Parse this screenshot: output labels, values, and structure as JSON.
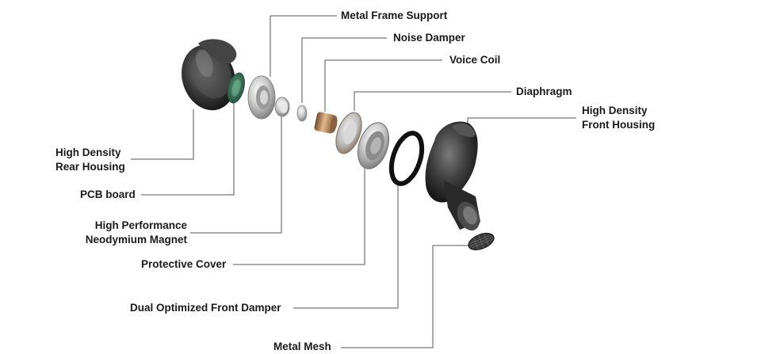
{
  "labels": {
    "metal_frame_support": "Metal Frame Support",
    "noise_damper": "Noise Damper",
    "voice_coil": "Voice Coil",
    "diaphragm": "Diaphragm",
    "front_housing": [
      "High Density",
      "Front Housing"
    ],
    "rear_housing": [
      "High Density",
      "Rear Housing"
    ],
    "pcb_board": "PCB board",
    "magnet": [
      "High Performance",
      "Neodymium Magnet"
    ],
    "protective_cover": "Protective Cover",
    "front_damper": "Dual Optimized Front Damper",
    "metal_mesh": "Metal Mesh"
  },
  "colors": {
    "leader_line": "#555555",
    "text": "#1a1a1a",
    "housing_shell": "#2b2b2b",
    "pcb": "#2f6b4f",
    "voice_coil": "#b8865a",
    "damper_ring": "#111111"
  }
}
